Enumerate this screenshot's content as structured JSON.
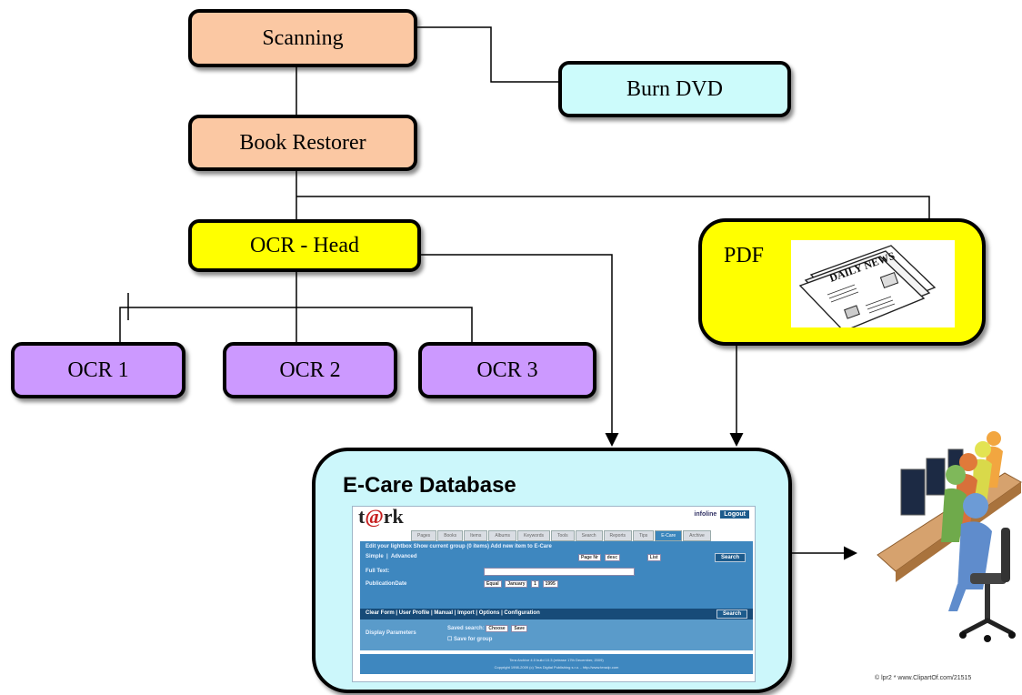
{
  "nodes": {
    "scanning": "Scanning",
    "burn_dvd": "Burn DVD",
    "book_restorer": "Book Restorer",
    "ocr_head": "OCR - Head",
    "pdf": "PDF",
    "ocr1": "OCR 1",
    "ocr2": "OCR 2",
    "ocr3": "OCR 3",
    "database": "E-Care Database"
  },
  "newspaper": {
    "headline": "DAILY NEWS"
  },
  "screenshot": {
    "logo_prefix": "t",
    "logo_at": "@",
    "logo_suffix": "rk",
    "user": "infoline",
    "logout": "Logout",
    "tabs": [
      "Pages",
      "Books",
      "Items",
      "Albums",
      "Keywords",
      "Tools",
      "Search",
      "Reports",
      "Tips",
      "E-Care",
      "Archive"
    ],
    "active_tab": "E-Care",
    "row_actions": "Edit your lightbox    Show current group (0 items)    Add new item to E-Care",
    "simple": "Simple",
    "advanced": "Advanced",
    "page_size": "Page Nr",
    "order": "desc",
    "view": "List",
    "search_label": "Search",
    "full_text_label": "Full Text:",
    "pubdate_label": "PublicationDate",
    "pub_op": "Equal",
    "pub_month": "January",
    "pub_day": "1",
    "pub_year": "1995",
    "toolbar": "Clear Form  |  User Profile  |  Manual  |  Import  |  Options  |  Configuration",
    "display_params": "Display Parameters",
    "saved_search": "Saved search:",
    "saved_choice": "Choose",
    "save_btn": "Save",
    "save_group": "Save for group",
    "footer_1": "Tera Archive 4.0 build 10.3 (release 17th December, 2009)",
    "footer_2": "Copyright 1998-2009 (c) Tera Digital Publishing s.r.o. - http://www.teradp.com"
  },
  "clipart_credit": "© lpr2  * www.ClipartOf.com/21515",
  "colors": {
    "orange": "#fbc8a3",
    "cyan": "#ccfbfb",
    "yellow": "#ffff00",
    "purple": "#cc99ff",
    "database": "#ccf7fb"
  }
}
